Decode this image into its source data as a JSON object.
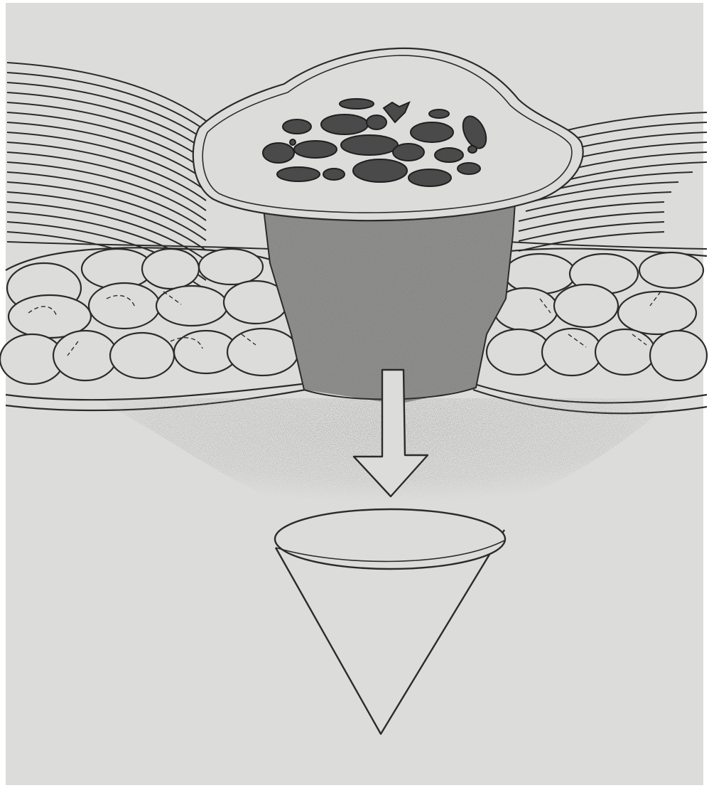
{
  "figure": {
    "medium": "pencil sketch",
    "colors": {
      "paper": "#dcdcda",
      "graphite": "#2b2b2b",
      "shading": "#5a5a5a",
      "frame": "#ffffff"
    },
    "parts": [
      {
        "name": "muscle-fibers-left"
      },
      {
        "name": "muscle-fibers-right"
      },
      {
        "name": "skin-cap-with-debris"
      },
      {
        "name": "stippled-core"
      },
      {
        "name": "fat-lobules-left"
      },
      {
        "name": "fat-lobules-right"
      },
      {
        "name": "stippled-zone"
      },
      {
        "name": "down-arrow"
      },
      {
        "name": "cone"
      }
    ]
  }
}
